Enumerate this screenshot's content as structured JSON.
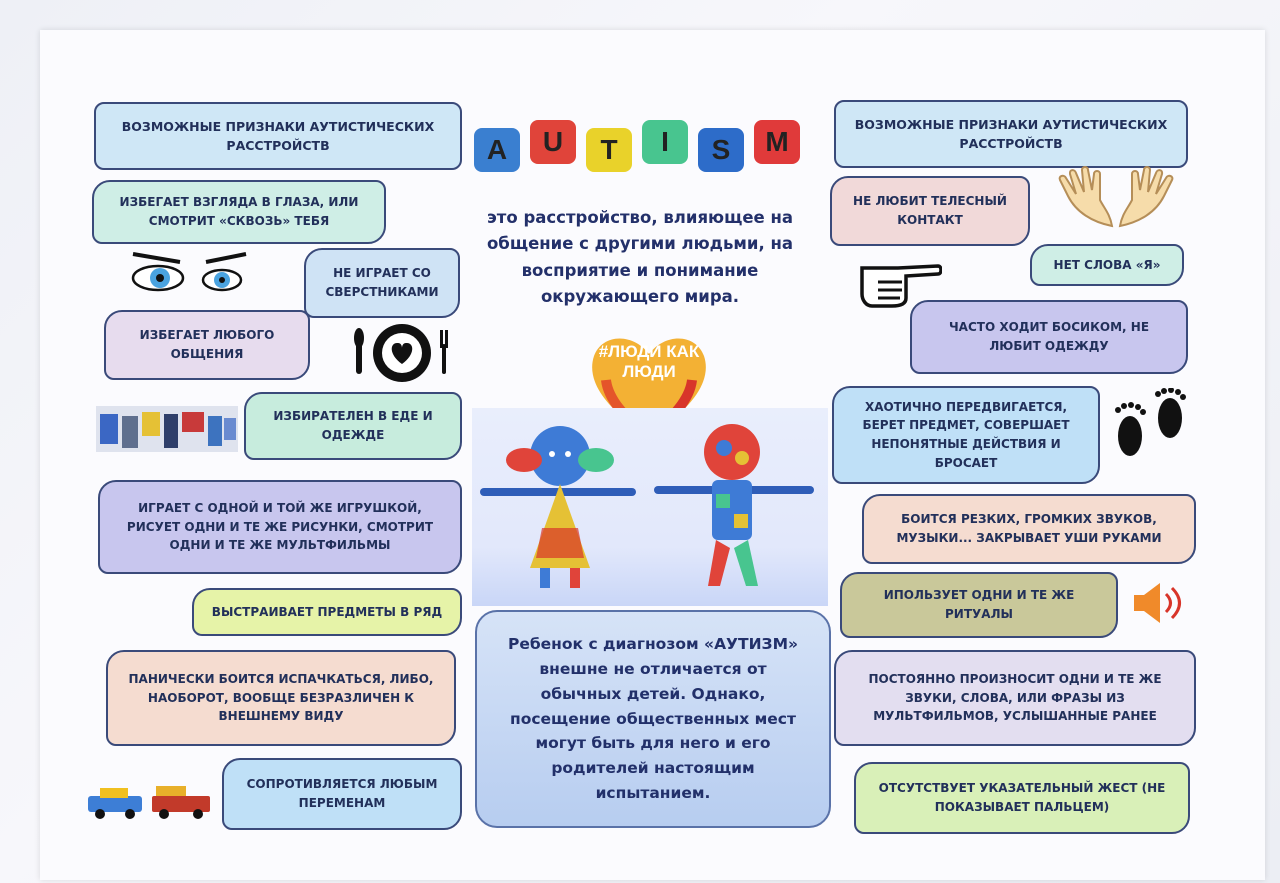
{
  "left": {
    "header": "Возможные признаки аутистических расстройств",
    "items": [
      "Избегает взгляда в глаза, или смотрит «сквозь» тебя",
      "Не играет со сверстниками",
      "Избегает любого общения",
      "Избирателен в еде и одежде",
      "Играет с одной и той же игрушкой, рисует одни и те же рисунки, смотрит одни и те же мультфильмы",
      "Выстраивает предметы в ряд",
      "Панически боится испачкаться, либо, наоборот, вообще безразличен к внешнему виду",
      "Сопротивляется любым переменам"
    ]
  },
  "center": {
    "puzzle_letters": [
      "A",
      "U",
      "T",
      "I",
      "S",
      "M"
    ],
    "puzzle_colors": [
      "#3a7fd0",
      "#e0443a",
      "#e9d22a",
      "#48c58f",
      "#2d6cc9",
      "#e03a3a"
    ],
    "intro": "это расстройство, влияющее на общение с другими людьми, на восприятие и понимание окружающего мира.",
    "heart_text": "#ЛЮДИ КАК ЛЮДИ",
    "card": "Ребенок с диагнозом «АУТИЗМ» внешне не отличается от обычных детей. Однако, посещение общественных мест могут быть для него и его родителей настоящим испытанием."
  },
  "right": {
    "header": "Возможные признаки аутистических расстройств",
    "items": [
      "Не любит телесный контакт",
      "Нет слова «Я»",
      "Часто ходит босиком, не любит одежду",
      "Хаотично передвигается, берет предмет, совершает непонятные действия  и бросает",
      "Боится резких, громких звуков, музыки... закрывает уши руками",
      "Ипользует одни и те же ритуалы",
      "Постоянно произносит одни и  те же звуки, слова, или фразы из мультфильмов, услышанные ранее",
      "Отсутствует указательный жест (не показывает пальцем)"
    ]
  },
  "icons": [
    "eyes-icon",
    "plate-icon",
    "clothes-icon",
    "toy-cars-icon",
    "hands-icon",
    "pointing-hand-icon",
    "footprints-icon",
    "speaker-icon"
  ]
}
